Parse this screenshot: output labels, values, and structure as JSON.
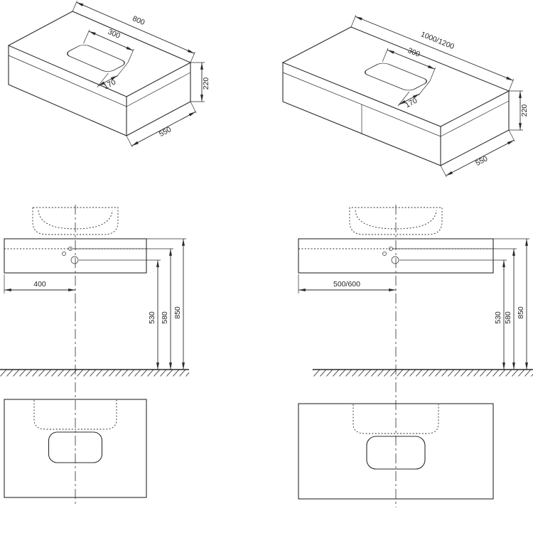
{
  "drawing": {
    "iso_left": {
      "width": "800",
      "cutout_width": "300",
      "cutout_depth": "170",
      "height": "220",
      "depth": "550"
    },
    "iso_right": {
      "width": "1000/1200",
      "cutout_width": "300",
      "cutout_depth": "170",
      "height": "220",
      "depth": "550"
    },
    "front_left": {
      "center_offset": "400",
      "drain_height": "530",
      "outlet_height": "580",
      "top_height": "850"
    },
    "front_right": {
      "center_offset": "500/600",
      "drain_height": "530",
      "outlet_height": "580",
      "top_height": "850"
    },
    "colors": {
      "line": "#2b2b2b",
      "background": "#ffffff"
    }
  }
}
